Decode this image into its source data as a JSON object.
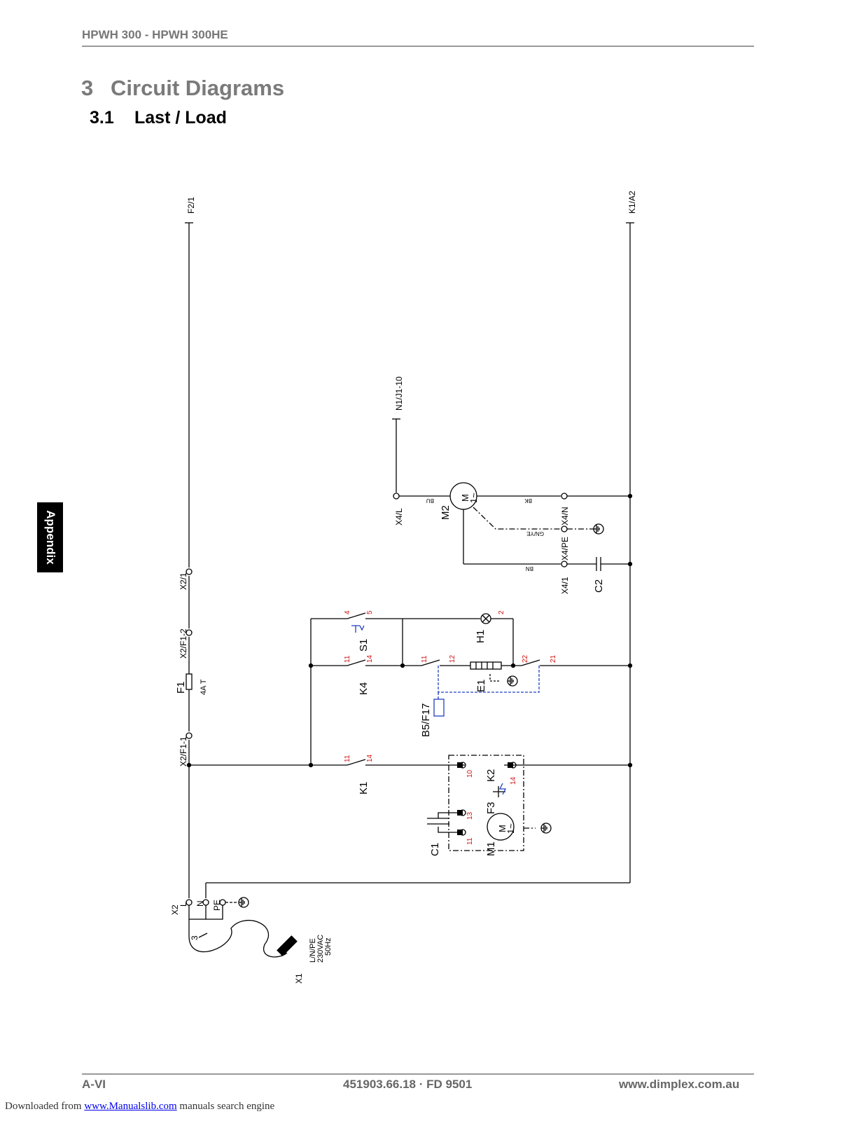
{
  "header": {
    "title": "HPWH 300 - HPWH 300HE"
  },
  "section": {
    "number": "3",
    "title": "Circuit Diagrams"
  },
  "subsection": {
    "number": "3.1",
    "title": "Last / Load"
  },
  "side_tab": "Appendix",
  "diagram": {
    "F2_1": "F2/1",
    "K1_A2": "K1/A2",
    "N1_J1_10": "N1/J1-10",
    "X4_L": "X4/L",
    "M2": "M2",
    "BU": "BU",
    "BK": "BK",
    "X4_N": "X4/N",
    "GNYE": "GN/YE",
    "X4_PE": "X4/PE",
    "BN": "BN",
    "X4_1": "X4/1",
    "C2": "C2",
    "M": "M",
    "one_tilde": "1~",
    "X2_1": "X2/1",
    "X2_F1_2": "X2/F1-2",
    "F1": "F1",
    "F1_rating": "4A T",
    "X2_F1_1": "X2/F1-1",
    "S1": "S1",
    "K4": "K4",
    "H1": "H1",
    "E1": "E1",
    "B5_F17": "B5/F17",
    "K1": "K1",
    "K2": "K2",
    "F3": "F3",
    "C1": "C1",
    "M1": "M1",
    "n4": "4",
    "n5": "5",
    "n2": "2",
    "n11": "11",
    "n14": "14",
    "n12": "12",
    "n22": "22",
    "n21": "21",
    "n10": "10",
    "n13": "13",
    "X2": "X2",
    "L": "L",
    "N": "N",
    "PE": "PE",
    "n3": "3",
    "X1": "X1",
    "supply1": "L/N/PE",
    "supply2": "230VAC",
    "supply3": "50Hz"
  },
  "footer": {
    "page": "A-VI",
    "doc": "451903.66.18 · FD 9501",
    "site": "www.dimplex.com.au"
  },
  "download": {
    "prefix": "Downloaded from ",
    "link": "www.Manualslib.com",
    "suffix": " manuals search engine"
  }
}
